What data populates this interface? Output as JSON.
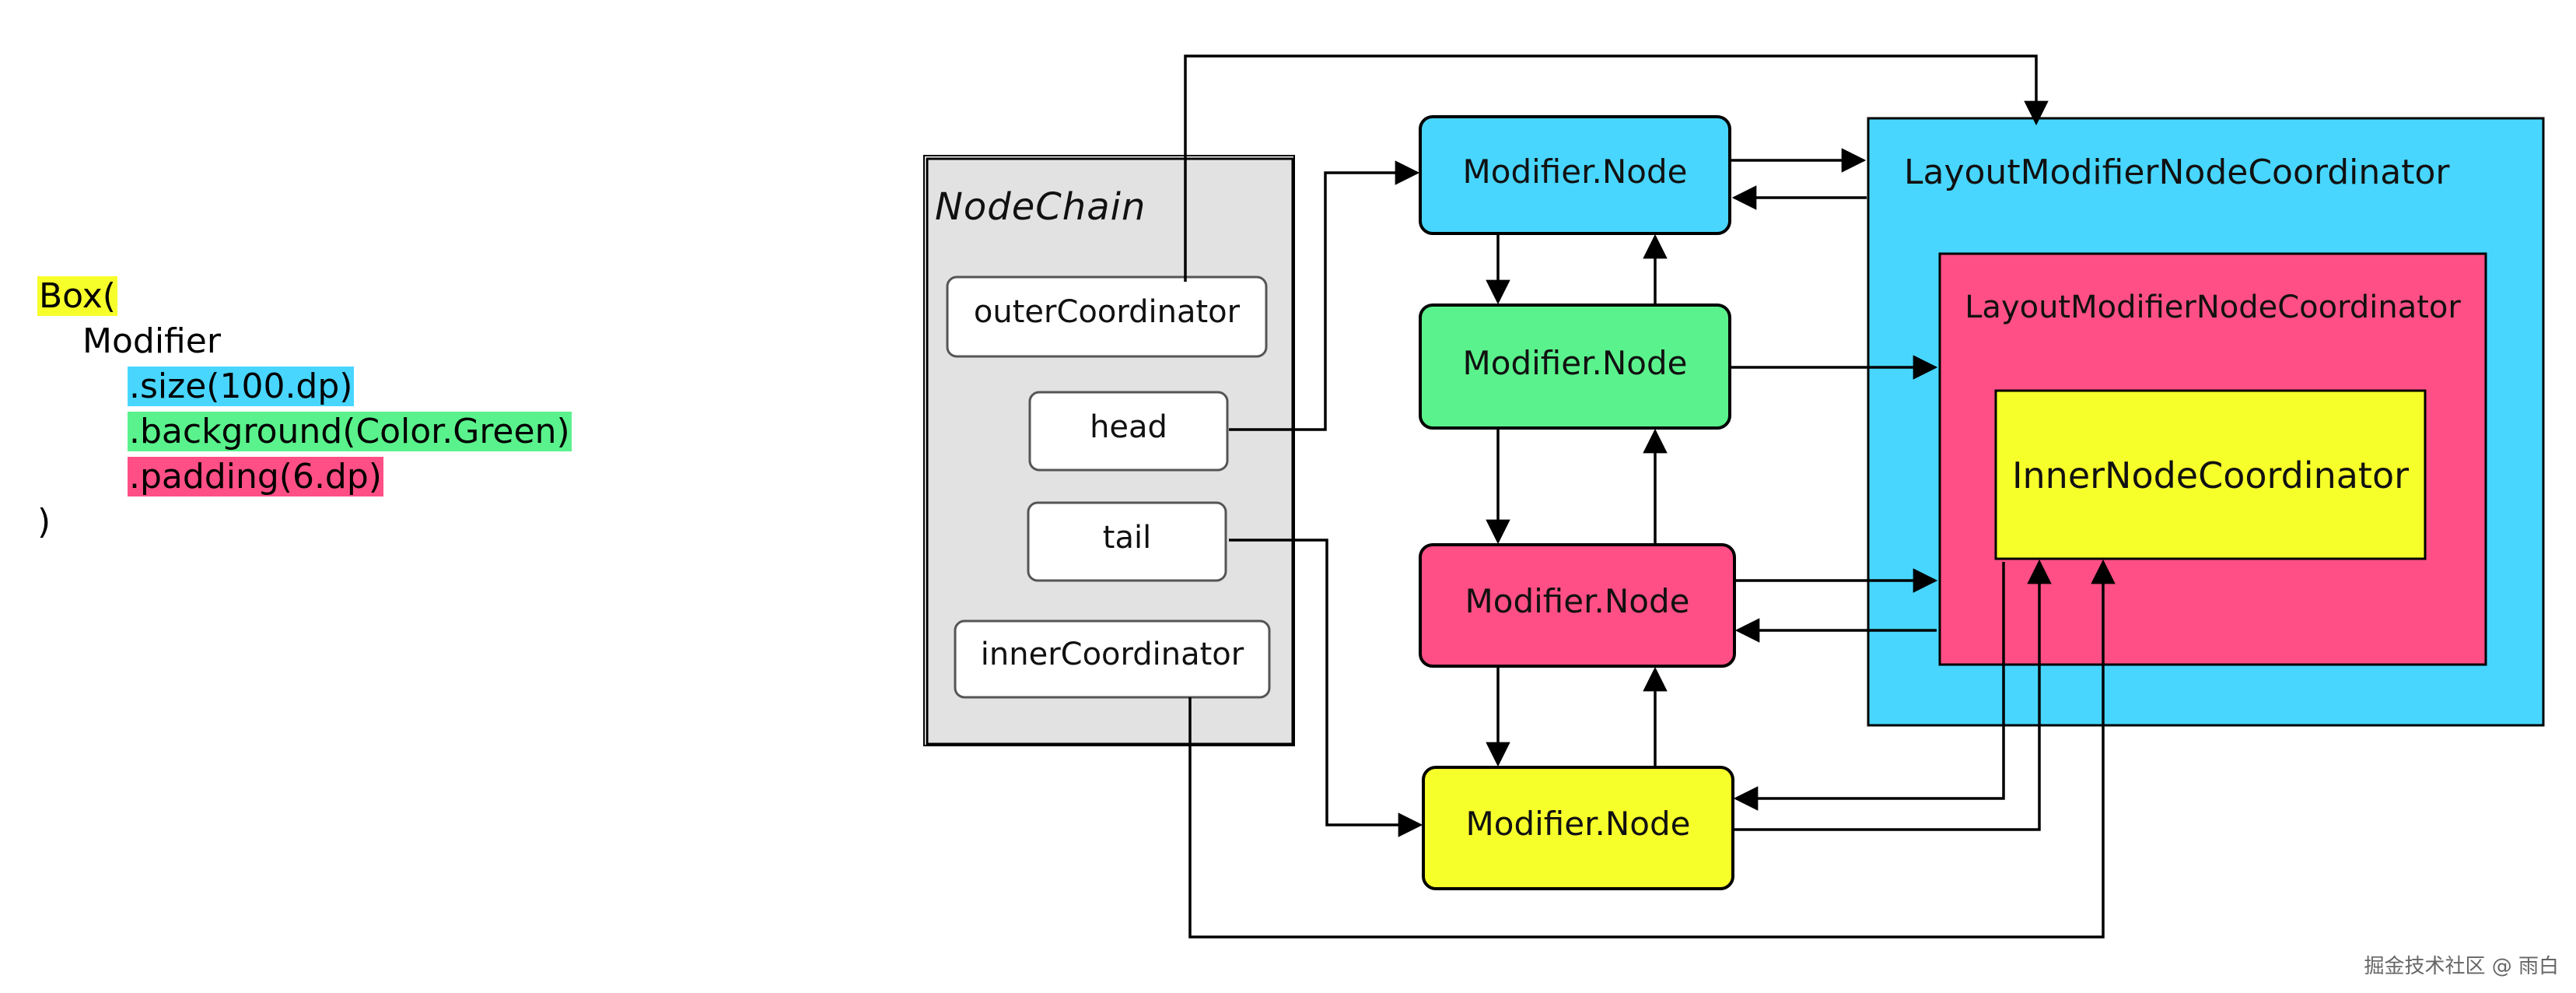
{
  "code": {
    "line1": "Box(",
    "line2": "Modifier",
    "line3": ".size(100.dp)",
    "line4": ".background(Color.Green)",
    "line5": ".padding(6.dp)",
    "line6": ")"
  },
  "node_chain": {
    "title": "NodeChain",
    "outer": "outerCoordinator",
    "head": "head",
    "tail": "tail",
    "inner": "innerCoordinator"
  },
  "nodes": {
    "node1": "Modifier.Node",
    "node2": "Modifier.Node",
    "node3": "Modifier.Node",
    "node4": "Modifier.Node"
  },
  "coordinators": {
    "outer_lmc": "LayoutModifierNodeCoordinator",
    "inner_lmc": "LayoutModifierNodeCoordinator",
    "inner_node": "InnerNodeCoordinator"
  },
  "colors": {
    "yellow": "#f7ff2a",
    "cyan": "#48d6ff",
    "green": "#5af28c",
    "pink": "#ff4f86",
    "gray": "#e2e2e2"
  },
  "watermark": "掘金技术社区 @ 雨白"
}
